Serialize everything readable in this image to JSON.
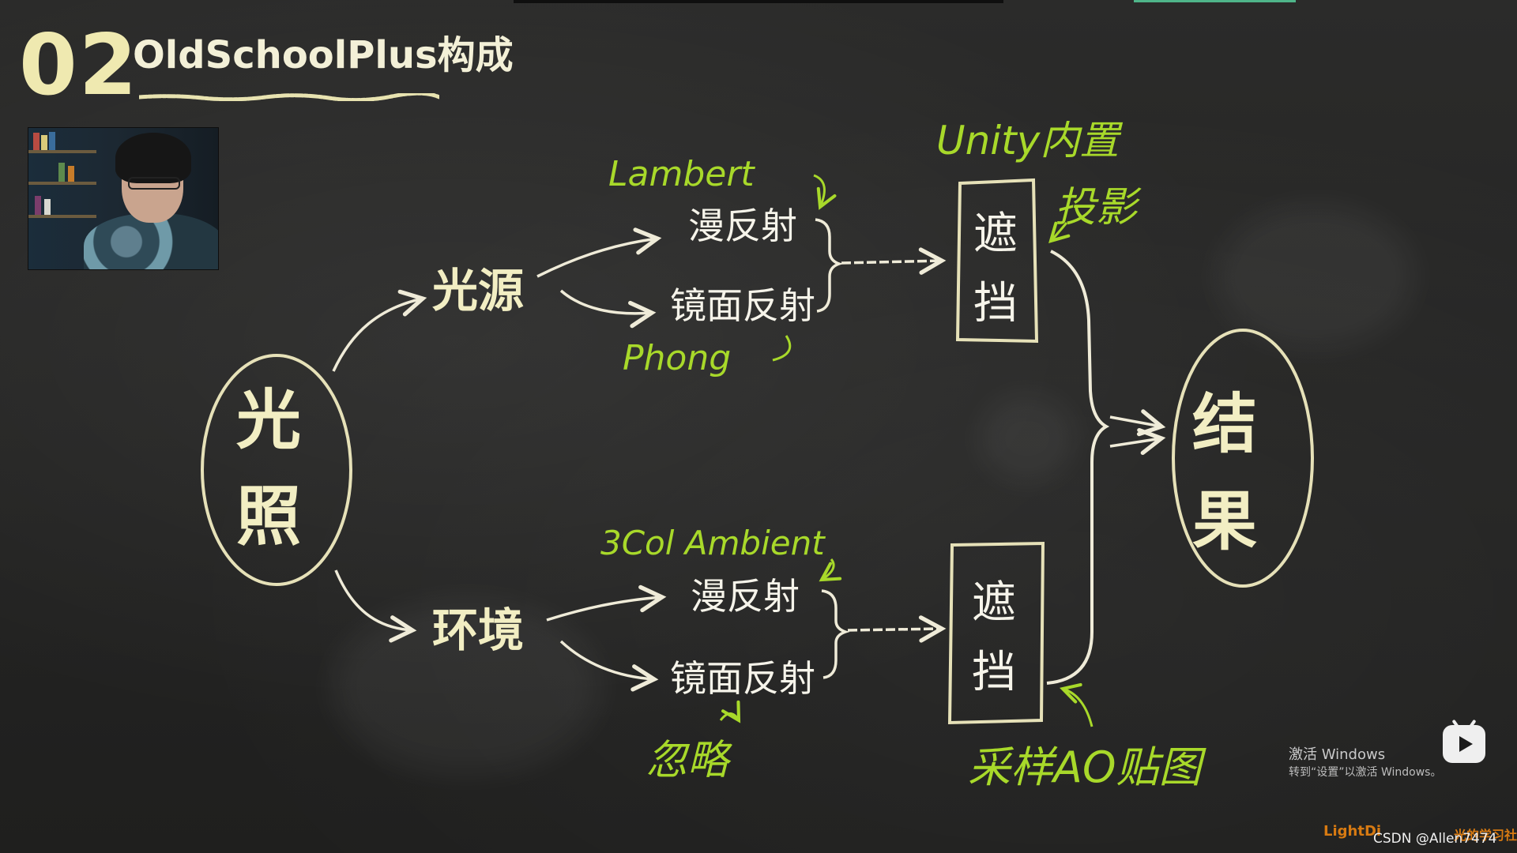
{
  "header": {
    "section_number": "02",
    "title": "OldSchoolPlus构成"
  },
  "diagram": {
    "root": {
      "char1": "光",
      "char2": "照"
    },
    "light_source": "光源",
    "environment": "环境",
    "light_source_diffuse": "漫反射",
    "light_source_specular": "镜面反射",
    "environment_diffuse": "漫反射",
    "environment_specular": "镜面反射",
    "occlusion_top": {
      "char1": "遮",
      "char2": "挡"
    },
    "occlusion_bottom": {
      "char1": "遮",
      "char2": "挡"
    },
    "result": {
      "char1": "结",
      "char2": "果"
    }
  },
  "annotations": {
    "lambert": "Lambert",
    "phong": "Phong",
    "three_col_ambient": "3Col Ambient",
    "ignore": "忽略",
    "unity_builtin": "Unity内置",
    "shadow": "投影",
    "sample_ao": "采样AO贴图"
  },
  "overlay": {
    "activate_line1": "激活 Windows",
    "activate_line2": "转到“设置”以激活 Windows。",
    "brand": "LightDi",
    "brand_sub": "光的学习社",
    "watermark": "CSDN @Allen7474"
  },
  "colors": {
    "board": "#242423",
    "chalk_yellow": "#f2eec3",
    "chalk_white": "#f6f4ea",
    "chalk_green": "#a8d92a",
    "brand_orange": "#d77a12"
  }
}
